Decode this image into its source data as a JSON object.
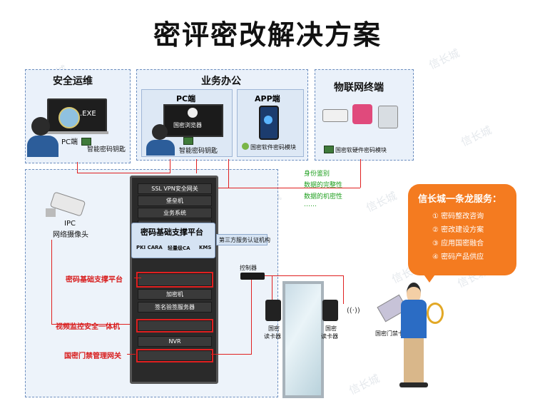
{
  "title": "密评密改解决方案",
  "watermark": "信长城",
  "panels": {
    "ops": {
      "title": "安全运维",
      "pc": "PC端",
      "key": "智能密码钥匙",
      "exe": ".EXE"
    },
    "office": {
      "title": "业务办公",
      "pc_title": "PC端",
      "app_title": "APP端",
      "browser": "国密浏览器",
      "key": "智能密码钥匙",
      "soft": "国密软件密码模块"
    },
    "iot": {
      "title": "物联网终端",
      "module": "国密软硬件密码模块"
    }
  },
  "security_props": [
    "身份鉴别",
    "数据的完整性",
    "数据的机密性",
    "……"
  ],
  "rack": {
    "units": [
      "SSL VPN安全网关",
      "堡垒机",
      "业务系统"
    ],
    "platform_title": "密码基础支撑平台",
    "platform_items": [
      "PKI CA",
      "RA",
      "轻量级CA",
      "KMS"
    ],
    "third_party": "第三方服务认证机构",
    "lower_units": [
      "加密机",
      "签名验签服务器",
      "",
      "NVR",
      ""
    ]
  },
  "ipc": {
    "line1": "IPC",
    "line2": "网络摄像头"
  },
  "red_labels": [
    "密码基础支撑平台",
    "视频监控安全一体机",
    "国密门禁管理网关"
  ],
  "controller": "控制器",
  "readers": [
    {
      "l1": "国密",
      "l2": "读卡器"
    },
    {
      "l1": "国密",
      "l2": "读卡器"
    }
  ],
  "card": "国密门禁卡",
  "nfc": "((·))",
  "bubble": {
    "title": "信长城一条龙服务：",
    "items": [
      "① 密码整改咨询",
      "② 密改建设方案",
      "③ 应用国密融合",
      "④ 密码产品供应"
    ]
  },
  "colors": {
    "accent": "#f47b20",
    "red": "#e02020",
    "green": "#20a020",
    "panel": "#eaf1fa"
  }
}
